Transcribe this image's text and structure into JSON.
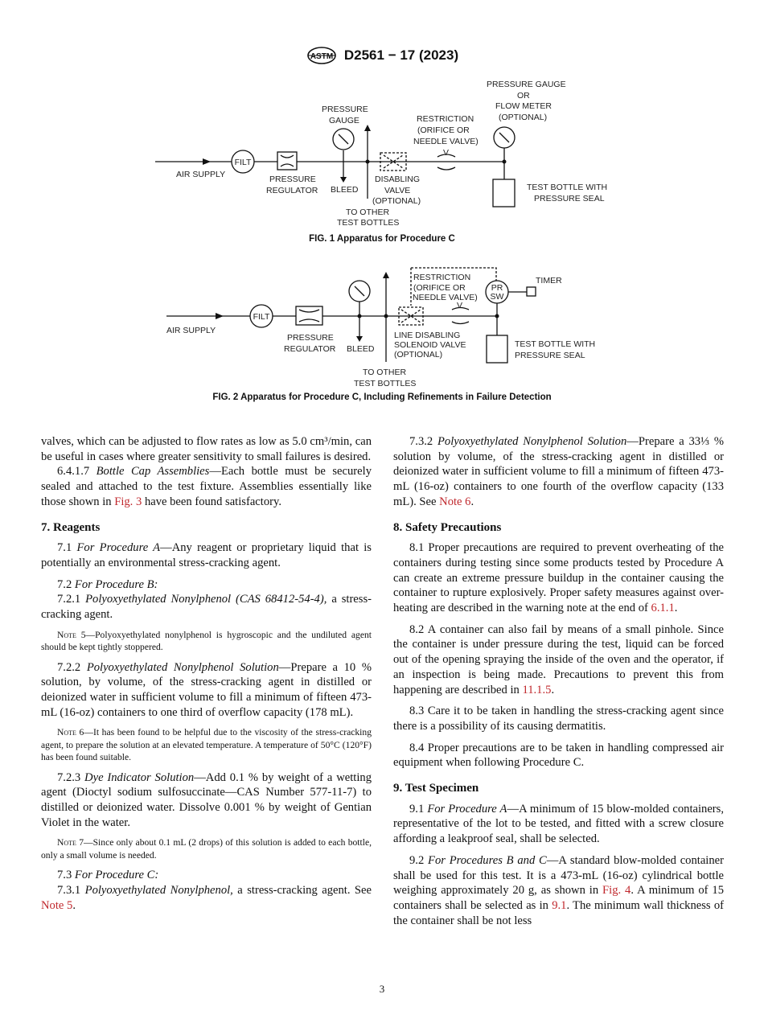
{
  "header": {
    "logo_text": "ASTM",
    "designation": "D2561 − 17 (2023)"
  },
  "figure1": {
    "caption": "FIG. 1 Apparatus for Procedure C",
    "labels": {
      "pressure_gauge_or_flow_1": "PRESSURE GAUGE",
      "pressure_gauge_or_flow_2": "OR",
      "pressure_gauge_or_flow_3": "FLOW METER",
      "pressure_gauge_or_flow_4": "(OPTIONAL)",
      "pressure_gauge_1": "PRESSURE",
      "pressure_gauge_2": "GAUGE",
      "restriction_1": "RESTRICTION",
      "restriction_2": "(ORIFICE OR",
      "restriction_3": "NEEDLE VALVE)",
      "v": "V",
      "filt": "FILT",
      "air_supply": "AIR SUPPLY",
      "regulator_1": "PRESSURE",
      "regulator_2": "REGULATOR",
      "bleed": "BLEED",
      "disabling_1": "DISABLING",
      "disabling_2": "VALVE",
      "disabling_3": "(OPTIONAL)",
      "other_1": "TO OTHER",
      "other_2": "TEST BOTTLES",
      "bottle_1": "TEST BOTTLE WITH",
      "bottle_2": "PRESSURE SEAL"
    }
  },
  "figure2": {
    "caption": "FIG. 2 Apparatus for Procedure C, Including Refinements in Failure Detection",
    "labels": {
      "restriction_1": "RESTRICTION",
      "restriction_2": "(ORIFICE OR",
      "restriction_3": "NEEDLE VALVE)",
      "pr": "PR",
      "sw": "SW",
      "timer": "TIMER",
      "filt": "FILT",
      "air_supply": "AIR SUPPLY",
      "regulator_1": "PRESSURE",
      "regulator_2": "REGULATOR",
      "bleed": "BLEED",
      "line_1": "LINE DISABLING",
      "line_2": "SOLENOID VALVE",
      "line_3": "(OPTIONAL)",
      "other_1": "TO OTHER",
      "other_2": "TEST BOTTLES",
      "bottle_1": "TEST BOTTLE WITH",
      "bottle_2": "PRESSURE SEAL",
      "v": "V"
    }
  },
  "left_column": {
    "p1": "valves, which can be adjusted to flow rates as low as 5.0 cm³/min, can be useful in cases where greater sensitivity to small failures is desired.",
    "p2_num": "6.4.1.7",
    "p2_title": "Bottle Cap Assemblies",
    "p2_text": "—Each bottle must be securely sealed and attached to the test fixture. Assemblies essentially like those shown in",
    "p2_link": "Fig. 3",
    "p2_end": "have been found satisfactory.",
    "h7": "7. Reagents",
    "p71_num": "7.1",
    "p71_title": "For Procedure A",
    "p71_text": "—Any reagent or proprietary liquid that is potentially an environmental stress-cracking agent.",
    "p72_num": "7.2",
    "p72_title": "For Procedure B:",
    "p721_num": "7.2.1",
    "p721_title": "Polyoxyethylated Nonylphenol (CAS 68412-54-4),",
    "p721_text": "a stress-cracking agent.",
    "note5_label": "Note 5",
    "note5_text": "—Polyoxyethylated nonylphenol is hygroscopic and the undiluted agent should be kept tightly stoppered.",
    "p722_num": "7.2.2",
    "p722_title": "Polyoxyethylated Nonylphenol Solution",
    "p722_text": "—Prepare a 10 % solution, by volume, of the stress-cracking agent in distilled or deionized water in sufficient volume to fill a minimum of fifteen 473-mL (16-oz) containers to one third of overflow capacity (178 mL).",
    "note6_label": "Note 6",
    "note6_text": "—It has been found to be helpful due to the viscosity of the stress-cracking agent, to prepare the solution at an elevated temperature. A temperature of 50°C (120°F) has been found suitable.",
    "p723_num": "7.2.3",
    "p723_title": "Dye Indicator Solution",
    "p723_text": "—Add 0.1 % by weight of a wetting agent (Dioctyl sodium sulfosuccinate—CAS Number 577-11-7) to distilled or deionized water. Dissolve 0.001 % by weight of Gentian Violet in the water.",
    "note7_label": "Note 7",
    "note7_text": "—Since only about 0.1 mL (2 drops) of this solution is added to each bottle, only a small volume is needed.",
    "p73_num": "7.3",
    "p73_title": "For Procedure C:",
    "p731_num": "7.3.1",
    "p731_title": "Polyoxyethylated Nonylphenol,",
    "p731_text": "a stress-cracking agent. See",
    "p731_link": "Note 5",
    "p731_end": "."
  },
  "right_column": {
    "p732_num": "7.3.2",
    "p732_title": "Polyoxyethylated Nonylphenol Solution",
    "p732_text": "—Prepare a 33⅓ % solution by volume, of the stress-cracking agent in distilled or deionized water in sufficient volume to fill a minimum of fifteen 473-mL (16-oz) containers to one fourth of the overflow capacity (133 mL). See",
    "p732_link": "Note 6",
    "p732_end": ".",
    "h8": "8. Safety Precautions",
    "p81": "8.1 Proper precautions are required to prevent overheating of the containers during testing since some products tested by Procedure A can create an extreme pressure buildup in the container causing the container to rupture explosively. Proper safety measures against over-heating are described in the warning note at the end of",
    "p81_link": "6.1.1",
    "p81_end": ".",
    "p82": "8.2 A container can also fail by means of a small pinhole. Since the container is under pressure during the test, liquid can be forced out of the opening spraying the inside of the oven and the operator, if an inspection is being made. Precautions to prevent this from happening are described in",
    "p82_link": "11.1.5",
    "p82_end": ".",
    "p83": "8.3 Care it to be taken in handling the stress-cracking agent since there is a possibility of its causing dermatitis.",
    "p84": "8.4 Proper precautions are to be taken in handling compressed air equipment when following Procedure C.",
    "h9": "9. Test Specimen",
    "p91_num": "9.1",
    "p91_title": "For Procedure A",
    "p91_text": "—A minimum of 15 blow-molded containers, representative of the lot to be tested, and fitted with a screw closure affording a leakproof seal, shall be selected.",
    "p92_num": "9.2",
    "p92_title": "For Procedures B and C",
    "p92_text": "—A standard blow-molded container shall be used for this test. It is a 473-mL (16-oz) cylindrical bottle weighing approximately 20 g, as shown in",
    "p92_link1": "Fig. 4",
    "p92_mid": ". A minimum of 15 containers shall be selected as in",
    "p92_link2": "9.1",
    "p92_end": ". The minimum wall thickness of the container shall be not less"
  },
  "page_number": "3"
}
